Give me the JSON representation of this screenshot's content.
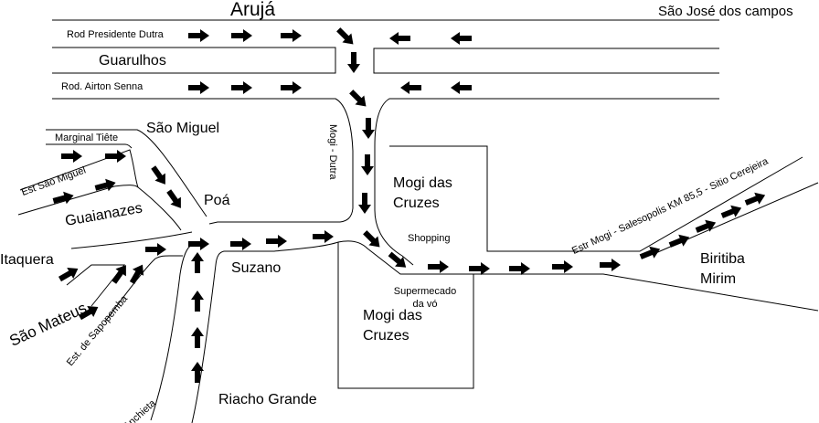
{
  "title": "Arujá",
  "places": {
    "sao_jose": "São José dos campos",
    "guarulhos": "Guarulhos",
    "sao_miguel": "São Miguel",
    "poa": "Poá",
    "guaianazes": "Guaianazes",
    "itaquera": "Itaquera",
    "sao_mateus": "São Mateus",
    "suzano": "Suzano",
    "riacho_grande": "Riacho Grande",
    "mogi_north": "Mogi das Cruzes",
    "mogi_south": "Mogi das Cruzes",
    "biritiba": "Biritiba Mirim",
    "shopping": "Shopping",
    "supermercado": "Supermecado da vó"
  },
  "roads": {
    "dutra": "Rod Presidente Dutra",
    "airton": "Rod. Airton Senna",
    "tiete": "Marginal Tiête",
    "est_sao_miguel": "Est São Miguel",
    "mogi_dutra": "Mogi - Dutra",
    "sapopemba": "Est. de Sapopemba",
    "anchieta": "Anchieta",
    "salesopolis": "Estr Mogi -  Salesopolis KM 85,5 - Sitio Cerejeira"
  },
  "colors": {
    "ink": "#000000",
    "paper": "#ffffff"
  }
}
